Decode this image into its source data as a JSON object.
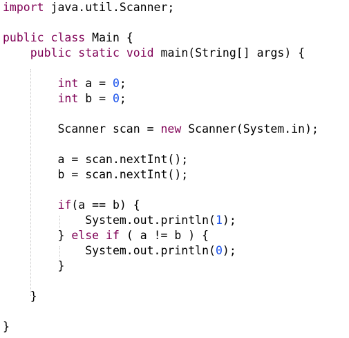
{
  "code": {
    "lines": [
      "import java.util.Scanner;",
      "",
      "public class Main {",
      "    public static void main(String[] args) {",
      "",
      "        int a = 0;",
      "        int b = 0;",
      "",
      "        Scanner scan = new Scanner(System.in);",
      "",
      "        a = scan.nextInt();",
      "        b = scan.nextInt();",
      "",
      "        if(a == b) {",
      "            System.out.println(1);",
      "        } else if ( a != b ) {",
      "            System.out.println(0);",
      "        }",
      "",
      "    }",
      "",
      "}"
    ]
  },
  "colors": {
    "keyword": "#7f0055",
    "number": "#1750eb",
    "text": "#000000",
    "guide": "#c8c8c8",
    "background": "#ffffff"
  }
}
